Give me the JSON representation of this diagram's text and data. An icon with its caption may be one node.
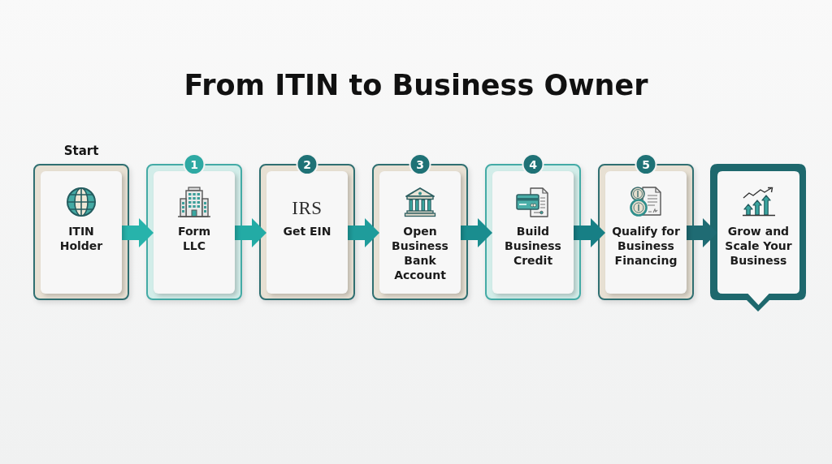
{
  "diagram": {
    "title": "From ITIN to Business Owner",
    "nodes": [
      {
        "text": [
          "Start",
          "ITIN Holder"
        ]
      },
      {
        "text": [
          "1",
          "Form LLC"
        ]
      },
      {
        "text": [
          "2",
          "IRS",
          "Get EIN"
        ]
      },
      {
        "text": [
          "3",
          "Open Business Bank Account"
        ]
      },
      {
        "text": [
          "4",
          "Build Business Credit"
        ]
      },
      {
        "text": [
          "5",
          "Qualify for Business Financing"
        ]
      },
      {
        "text": [
          "Grow and Scale Your Business"
        ]
      }
    ],
    "edges": [
      {
        "from": 0,
        "to": 1,
        "arrow": "to",
        "color": "#27b3ab"
      },
      {
        "from": 1,
        "to": 2,
        "arrow": "to",
        "color": "#23aba5"
      },
      {
        "from": 2,
        "to": 3,
        "arrow": "to",
        "color": "#1f9c9b"
      },
      {
        "from": 3,
        "to": 4,
        "arrow": "to",
        "color": "#1a8d8f"
      },
      {
        "from": 4,
        "to": 5,
        "arrow": "to",
        "color": "#177f85"
      },
      {
        "from": 5,
        "to": 6,
        "arrow": "to",
        "color": "#1f6b73"
      }
    ]
  }
}
